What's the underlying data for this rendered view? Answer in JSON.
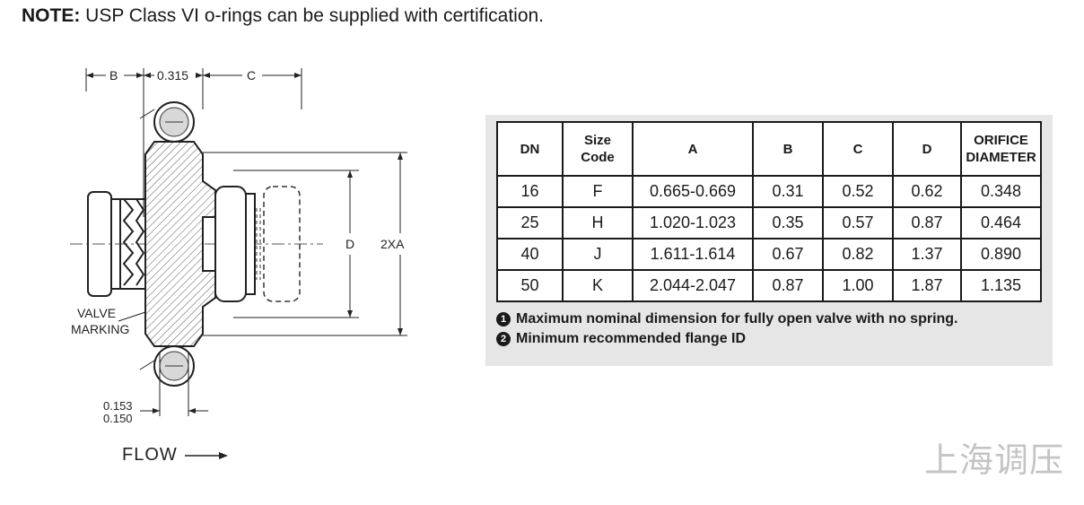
{
  "note": {
    "label": "NOTE:",
    "text": " USP Class VI o-rings can be supplied with certification."
  },
  "drawing": {
    "dim_b": "B",
    "dim_0315": "0.315",
    "dim_c": "C",
    "dim_d": "D",
    "dim_2xa": "2XA",
    "valve_marking_1": "VALVE",
    "valve_marking_2": "MARKING",
    "dim_0153": "0.153",
    "dim_0150": "0.150",
    "flow": "FLOW"
  },
  "table": {
    "headers": [
      "DN",
      "Size\nCode",
      "A",
      "B",
      "C",
      "D",
      "ORIFICE\nDIAMETER"
    ],
    "rows": [
      [
        "16",
        "F",
        "0.665-0.669",
        "0.31",
        "0.52",
        "0.62",
        "0.348"
      ],
      [
        "25",
        "H",
        "1.020-1.023",
        "0.35",
        "0.57",
        "0.87",
        "0.464"
      ],
      [
        "40",
        "J",
        "1.611-1.614",
        "0.67",
        "0.82",
        "1.37",
        "0.890"
      ],
      [
        "50",
        "K",
        "2.044-2.047",
        "0.87",
        "1.00",
        "1.87",
        "1.135"
      ]
    ]
  },
  "footnotes": [
    {
      "marker": "1",
      "text": "Maximum nominal dimension for fully open valve with no spring."
    },
    {
      "marker": "2",
      "text": "Minimum recommended flange ID"
    }
  ],
  "watermark": "上海调压"
}
